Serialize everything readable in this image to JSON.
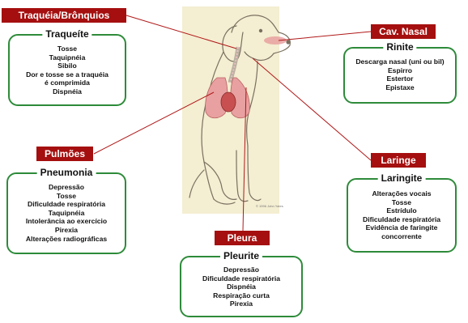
{
  "labels": {
    "traqueia": "Traquéia/Brônquios",
    "cav_nasal": "Cav. Nasal",
    "pulmoes": "Pulmões",
    "laringe": "Laringe",
    "pleura": "Pleura"
  },
  "boxes": {
    "traqueite": {
      "title": "Traqueíte",
      "items": [
        "Tosse",
        "Taquipnéia",
        "Sibilo",
        "Dor e tosse se a traquéia",
        "é comprimida",
        "Dispnéia"
      ]
    },
    "rinite": {
      "title": "Rinite",
      "items": [
        "Descarga nasal (uni ou bil)",
        "Espirro",
        "Estertor",
        "Epistaxe"
      ]
    },
    "pneumonia": {
      "title": "Pneumonia",
      "items": [
        "Depressão",
        "Tosse",
        "Dificuldade respiratória",
        "Taquipnéia",
        "Intolerância ao exercício",
        "Pirexia",
        "Alterações radiográficas"
      ]
    },
    "laringite": {
      "title": "Laringite",
      "items": [
        "Alterações vocais",
        "Tosse",
        "Estrídulo",
        "Dificuldade respiratória",
        "Evidência de faringite",
        "concorrente"
      ]
    },
    "pleurite": {
      "title": "Pleurite",
      "items": [
        "Depressão",
        "Dificuldade respiratória",
        "Dispnéia",
        "Respiração curta",
        "Pirexia"
      ]
    }
  },
  "illustration": {
    "copyright": "© 1996 John Yates"
  },
  "colors": {
    "label_bg": "#a50f0f",
    "box_border": "#2e8b3a",
    "line": "#b01818",
    "lung": "#e8a0a0",
    "dog_bg": "#f4eed2"
  }
}
